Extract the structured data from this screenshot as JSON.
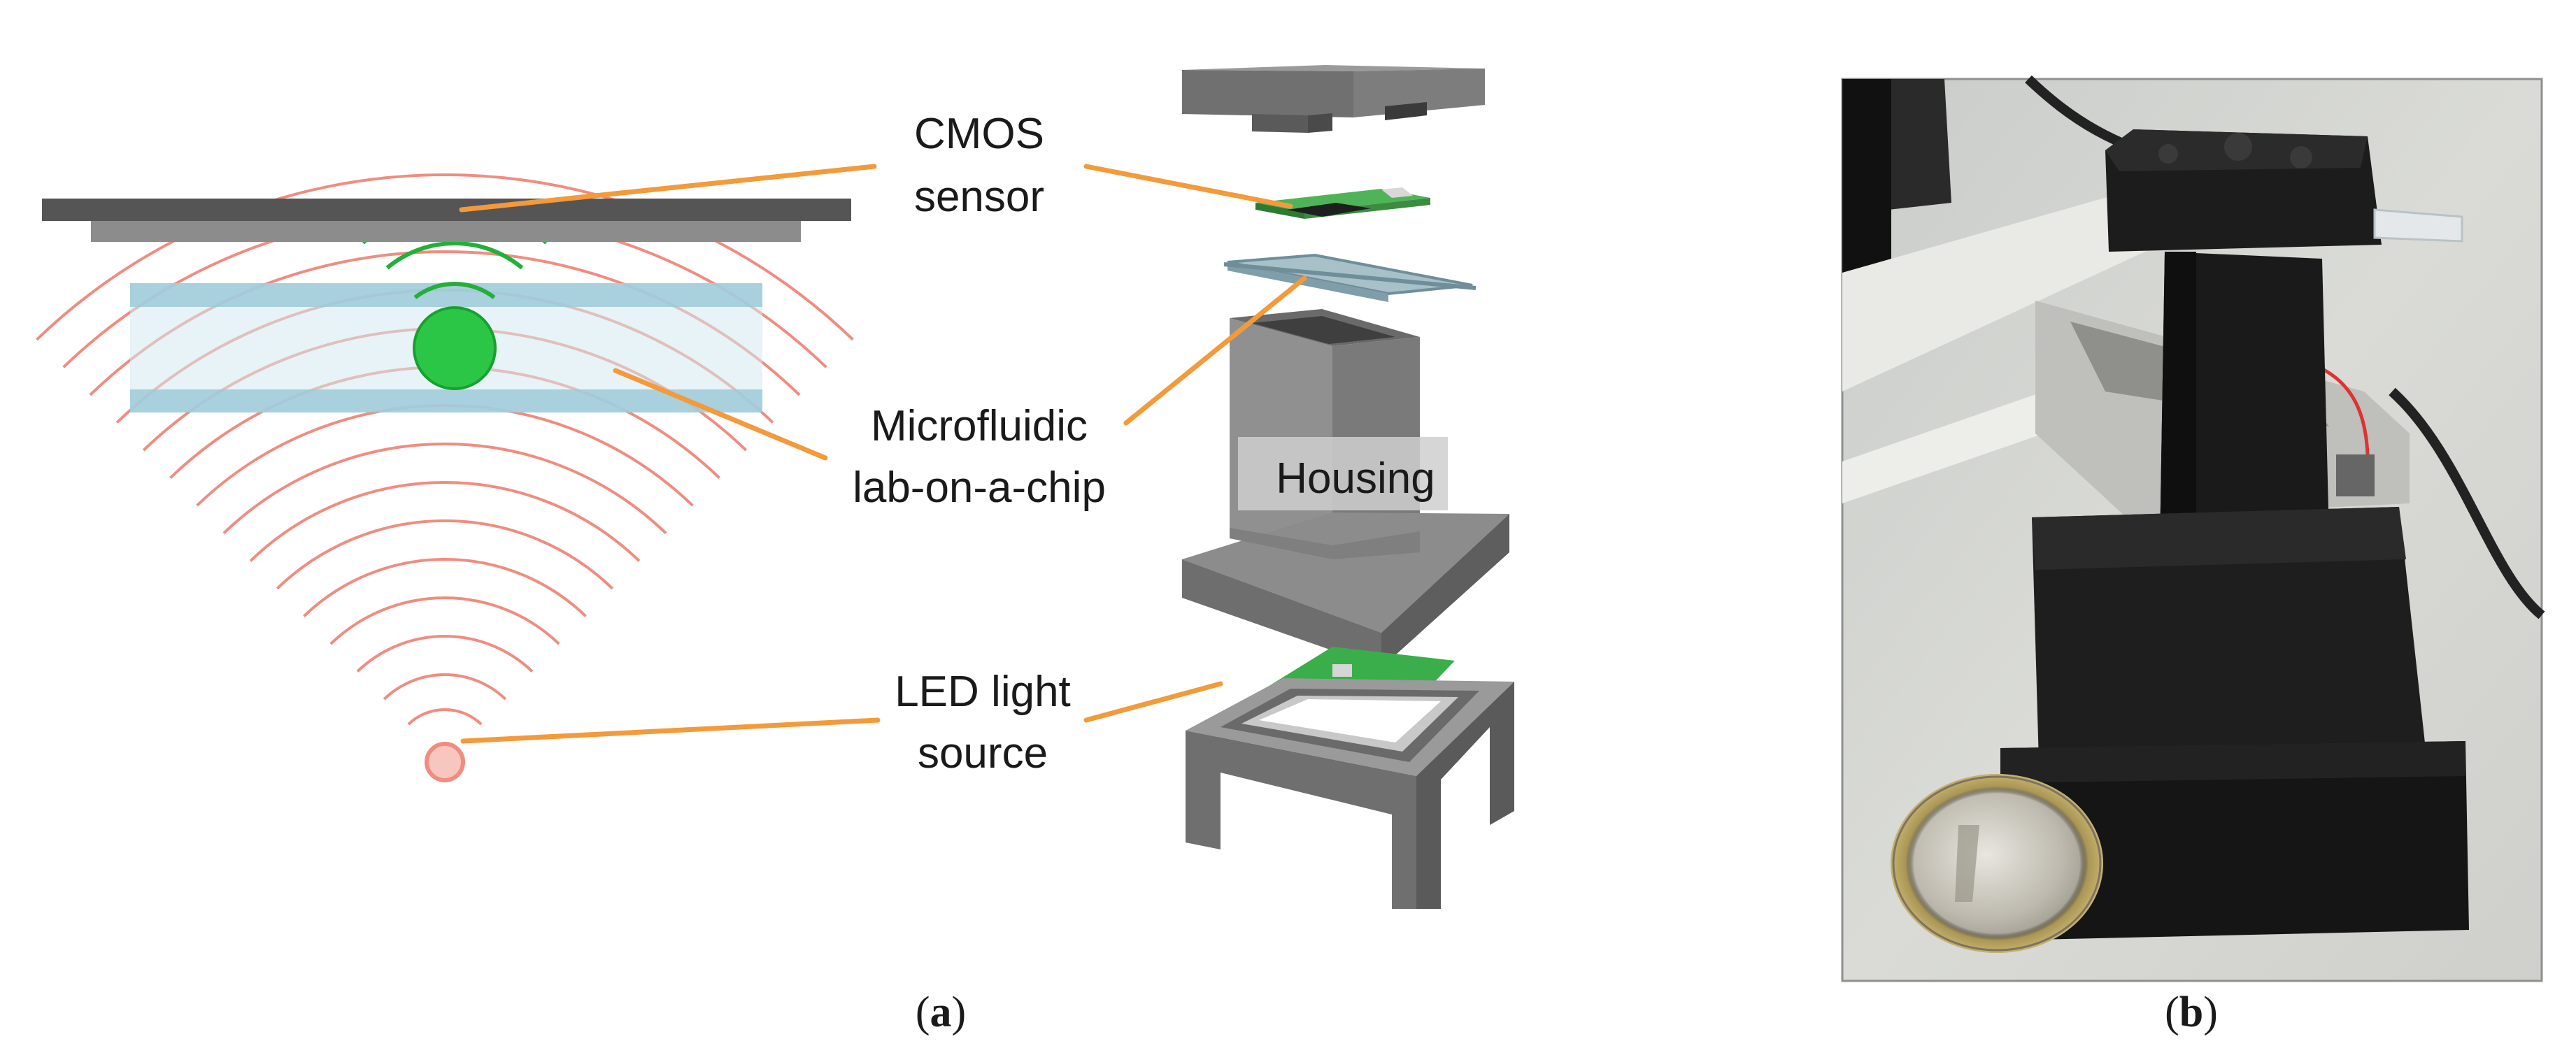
{
  "labels": {
    "cmos_line1": "CMOS",
    "cmos_line2": "sensor",
    "chip_line1": "Microfluidic",
    "chip_line2": "lab-on-a-chip",
    "housing": "Housing",
    "led_line1": "LED light",
    "led_line2": "source"
  },
  "captions": {
    "a": "a",
    "b": "b"
  },
  "colors": {
    "leader": "#F39A3A",
    "wave_red": "#F08C80",
    "wave_green": "#22B03A",
    "cell": "#2CC646",
    "chip_fill": "#D4E9EF",
    "chip_edge": "#8FC0CF",
    "sensor_dark": "#555555",
    "sensor_light": "#8C8C8C",
    "housing_grey": "#8E8E8E",
    "pcb_green": "#3AAE4A"
  }
}
